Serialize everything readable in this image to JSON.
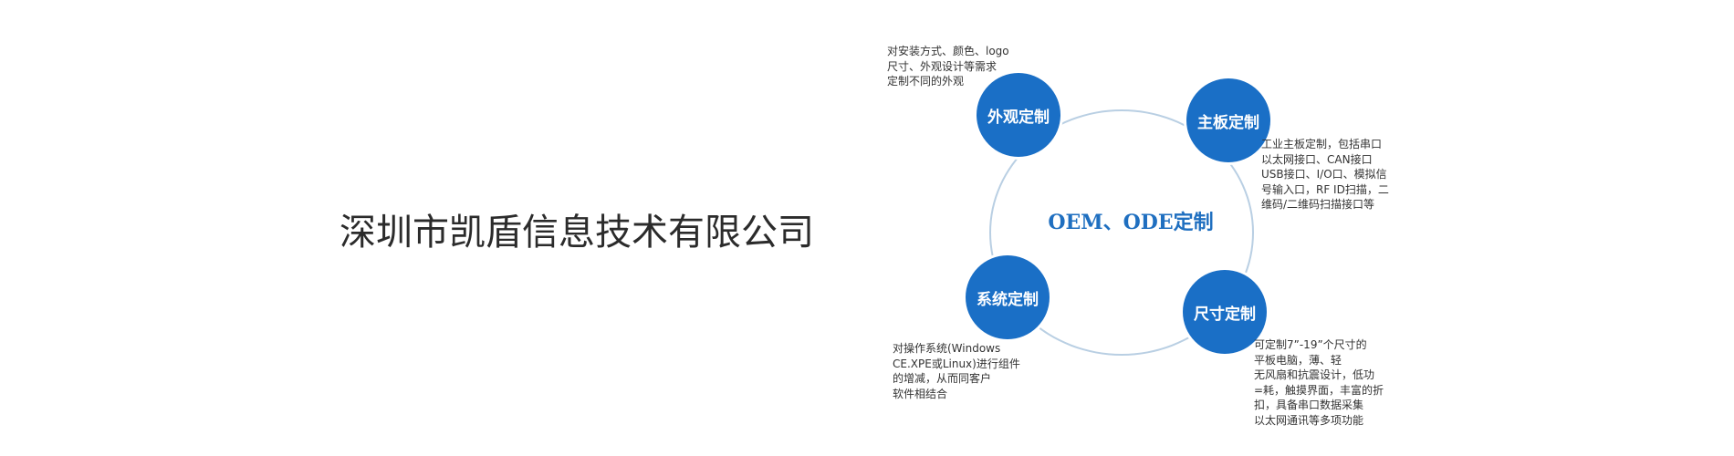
{
  "company_name": "深圳市凯盾信息技术有限公司",
  "diagram": {
    "center_title": "OEM、ODE定制",
    "nodes": {
      "appearance": {
        "label": "外观定制",
        "desc": [
          "对安装方式、颜色、logo",
          "尺寸、外观设计等需求",
          "定制不同的外观"
        ]
      },
      "mainboard": {
        "label": "主板定制",
        "desc": [
          "工业主板定制，包括串口",
          "以太网接口、CAN接口",
          "USB接口、I/O口、模拟信",
          "号输入口，RF ID扫描，二",
          "维码/二维码扫描接口等"
        ]
      },
      "system": {
        "label": "系统定制",
        "desc": [
          "对操作系统(Windows",
          "CE.XPE或Linux)进行组件",
          "的增减，从而同客户",
          "软件相结合"
        ]
      },
      "size": {
        "label": "尺寸定制",
        "desc": [
          "可定制7”-19”个尺寸的",
          "平板电脑，薄、轻",
          "无风扇和抗震设计，低功",
          "=耗，触摸界面，丰富的折",
          "扣，具备串口数据采集",
          "以太网通讯等多项功能"
        ]
      }
    }
  },
  "colors": {
    "node_fill": "#1a6fc6",
    "ring": "#b9cfe3",
    "center_text": "#1f6fc0"
  }
}
